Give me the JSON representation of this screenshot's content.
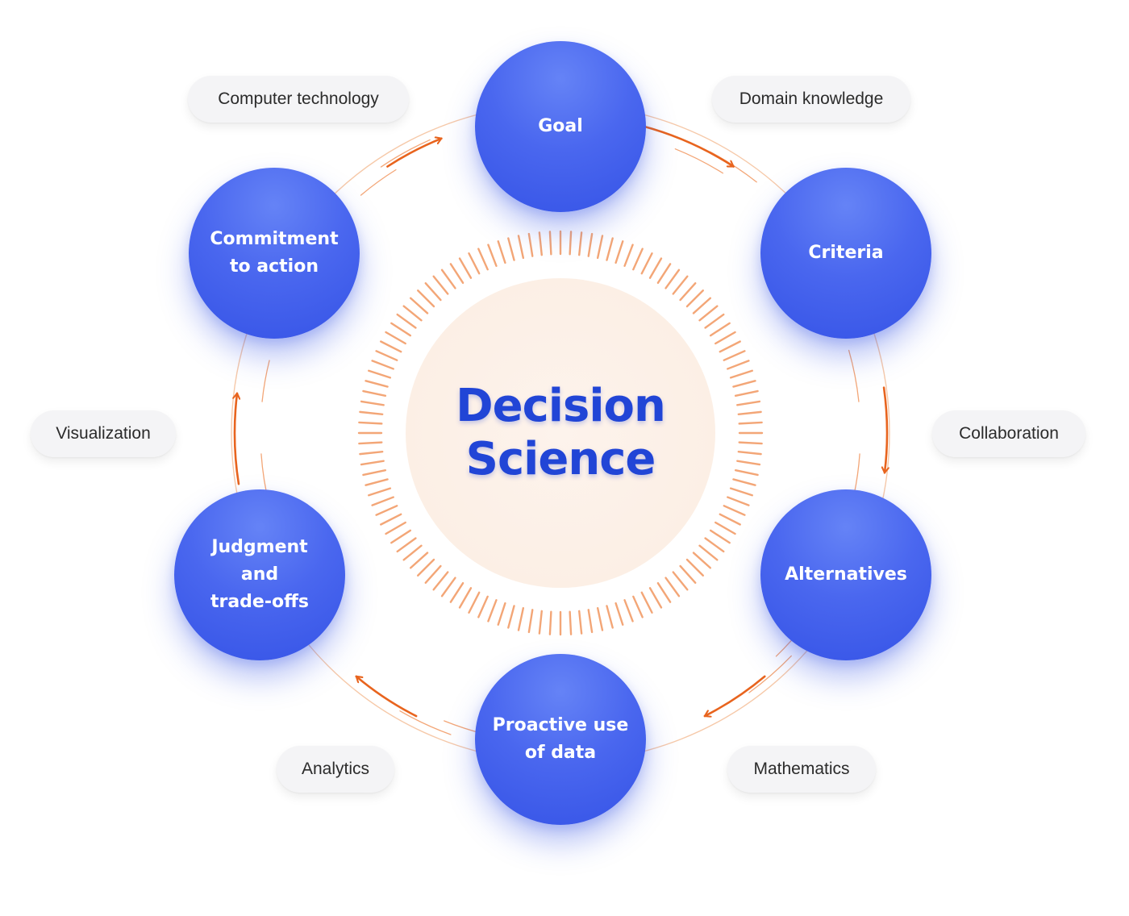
{
  "center": {
    "line1": "Decision",
    "line2": "Science"
  },
  "stages": [
    {
      "id": "goal",
      "lines": [
        "Goal"
      ]
    },
    {
      "id": "criteria",
      "lines": [
        "Criteria"
      ]
    },
    {
      "id": "alternatives",
      "lines": [
        "Alternatives"
      ]
    },
    {
      "id": "proactive-use-of-data",
      "lines": [
        "Proactive use",
        "of data"
      ]
    },
    {
      "id": "judgment-and-trade-offs",
      "lines": [
        "Judgment",
        "and",
        "trade-offs"
      ]
    },
    {
      "id": "commitment-to-action",
      "lines": [
        "Commitment",
        "to action"
      ]
    }
  ],
  "disciplines": [
    "Computer technology",
    "Domain knowledge",
    "Collaboration",
    "Mathematics",
    "Analytics",
    "Visualization"
  ],
  "colors": {
    "node_blue": "#4a67ef",
    "title_blue": "#2145d6",
    "arrow_orange": "#e8641e",
    "ring_orange": "#f3a677",
    "center_fill": "#fdf2ea",
    "pill_fill": "#f4f4f6"
  }
}
